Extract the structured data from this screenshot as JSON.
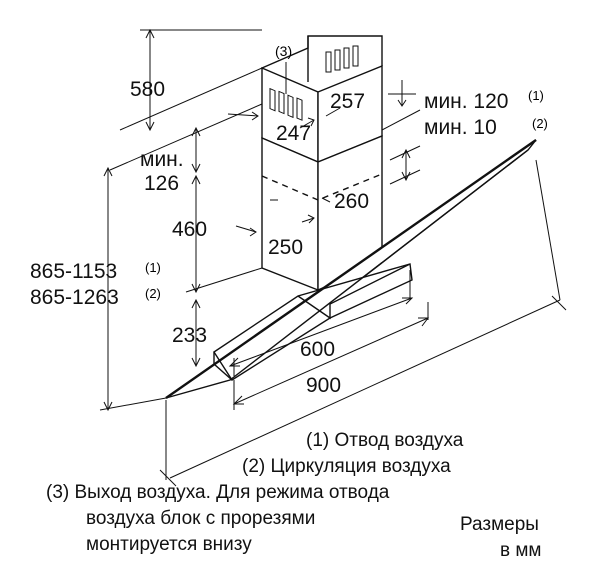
{
  "dimensions": {
    "d580": "580",
    "d257": "257",
    "d247": "247",
    "min_label": "мин.",
    "d126": "126",
    "d460": "460",
    "d260": "260",
    "d250": "250",
    "d865_1153": "865-1153",
    "d865_1263": "865-1263",
    "d233": "233",
    "d600": "600",
    "d900": "900",
    "min120": "мин. 120",
    "min10": "мин. 10",
    "ref1": "(1)",
    "ref2": "(2)",
    "ref3": "(3)"
  },
  "legend": {
    "line1": "(1) Отвод воздуха",
    "line2": "(2) Циркуляция воздуха",
    "line3": "(3) Выход воздуха. Для режима отвода",
    "line4": "воздуха блок с прорезями",
    "line5": "монтируется внизу",
    "units1": "Размеры",
    "units2": "в мм"
  }
}
